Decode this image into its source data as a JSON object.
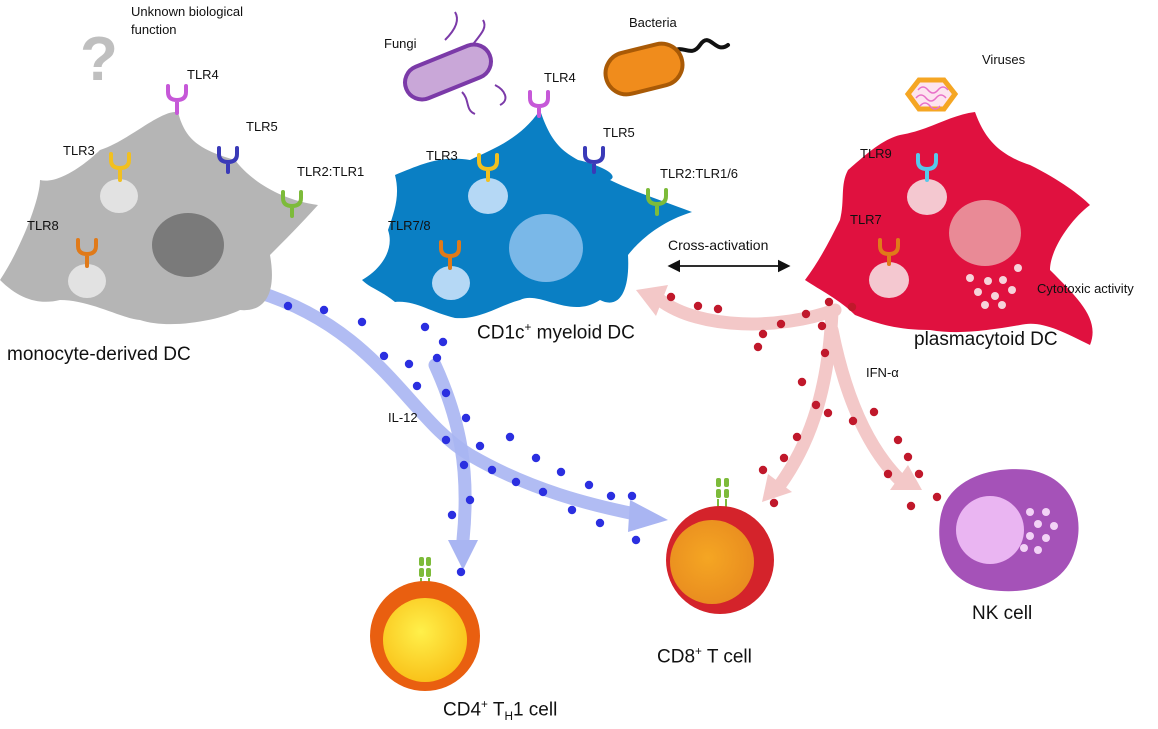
{
  "annotations": {
    "unknown": "Unknown biological function",
    "unknown_line1": "Unknown biological",
    "unknown_line2": "function",
    "fungi": "Fungi",
    "bacteria": "Bacteria",
    "viruses": "Viruses",
    "cross_activation": "Cross-activation",
    "il12": "IL-12",
    "ifn": "IFN-α",
    "cytotoxic": "Cytotoxic activity"
  },
  "cells": {
    "modc": {
      "name": "monocyte-derived DC",
      "color": "#b5b5b5"
    },
    "mdc": {
      "name_pre": "CD1c",
      "name_sup": "+",
      "name_post": " myeloid DC",
      "color": "#0a7fc4"
    },
    "pdc": {
      "name": "plasmacytoid DC",
      "color": "#e0113f"
    },
    "cd4": {
      "name_pre": "CD4",
      "name_sup": "+",
      "name_mid": " T",
      "name_sub": "H",
      "name_post": "1 cell"
    },
    "cd8": {
      "name_pre": "CD8",
      "name_sup": "+",
      "name_post": " T cell"
    },
    "nk": {
      "name": "NK cell"
    }
  },
  "receptors": {
    "modc": [
      "TLR4",
      "TLR5",
      "TLR3",
      "TLR2:TLR1",
      "TLR8"
    ],
    "mdc": [
      "TLR4",
      "TLR5",
      "TLR3",
      "TLR2:TLR1/6",
      "TLR7/8"
    ],
    "pdc": [
      "TLR9",
      "TLR7"
    ]
  },
  "colors": {
    "il12_dot": "#2b2fe0",
    "ifn_dot": "#c0182b",
    "blue_arrow": "#a9b5f2",
    "pink_arrow": "#f3c8c8",
    "tlr4": "#c658d8",
    "tlr5": "#3a3ab8",
    "tlr3": "#f2c01f",
    "tlr2": "#7dbb3a",
    "tlr8": "#e07a19",
    "tlr9": "#58c8ea"
  }
}
